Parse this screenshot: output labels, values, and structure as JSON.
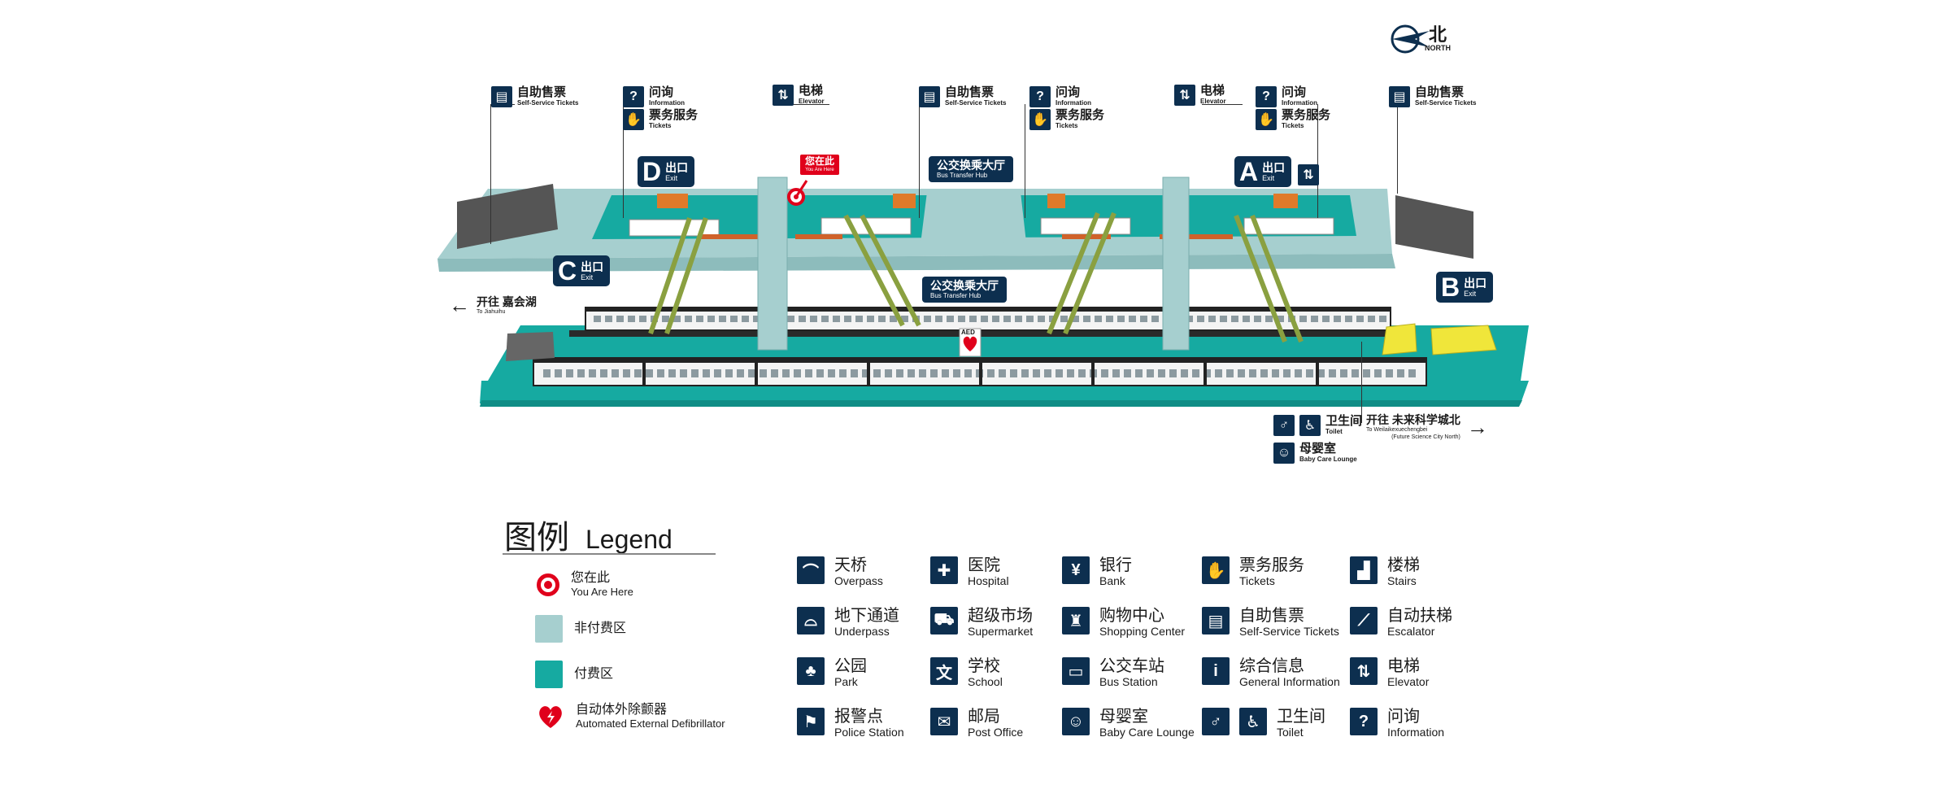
{
  "colors": {
    "navy": "#0d2f4f",
    "unpaid": "#a6cfcf",
    "paid": "#16aaa1",
    "here": "#e0001b",
    "train": "#ffffff",
    "train_trim": "#222222",
    "stair": "#e07a2a",
    "yellow": "#f0e63a",
    "grey": "#666666"
  },
  "compass": {
    "cn": "北",
    "en": "NORTH"
  },
  "signs": [
    {
      "id": "tvm1",
      "icon": "ticket-machine-icon",
      "cn": "自助售票",
      "en": "Self-Service Tickets"
    },
    {
      "id": "info1",
      "icon": "question-icon",
      "cn": "问询",
      "en": "Information"
    },
    {
      "id": "tix1",
      "icon": "ticket-service-icon",
      "cn": "票务服务",
      "en": "Tickets"
    },
    {
      "id": "elev1",
      "icon": "elevator-icon",
      "cn": "电梯",
      "en": "Elevator"
    },
    {
      "id": "tvm2",
      "icon": "ticket-machine-icon",
      "cn": "自助售票",
      "en": "Self-Service Tickets"
    },
    {
      "id": "info2",
      "icon": "question-icon",
      "cn": "问询",
      "en": "Information"
    },
    {
      "id": "tix2",
      "icon": "ticket-service-icon",
      "cn": "票务服务",
      "en": "Tickets"
    },
    {
      "id": "elev2",
      "icon": "elevator-icon",
      "cn": "电梯",
      "en": "Elevator"
    },
    {
      "id": "info3",
      "icon": "question-icon",
      "cn": "问询",
      "en": "Information"
    },
    {
      "id": "tix3",
      "icon": "ticket-service-icon",
      "cn": "票务服务",
      "en": "Tickets"
    },
    {
      "id": "tvm3",
      "icon": "ticket-machine-icon",
      "cn": "自助售票",
      "en": "Self-Service Tickets"
    }
  ],
  "exits": [
    {
      "letter": "D",
      "cn": "出口",
      "en": "Exit"
    },
    {
      "letter": "A",
      "cn": "出口",
      "en": "Exit"
    },
    {
      "letter": "C",
      "cn": "出口",
      "en": "Exit"
    },
    {
      "letter": "B",
      "cn": "出口",
      "en": "Exit"
    }
  ],
  "hubs": [
    {
      "cn": "公交换乘大厅",
      "en": "Bus Transfer Hub"
    },
    {
      "cn": "公交换乘大厅",
      "en": "Bus Transfer Hub"
    }
  ],
  "you_are_here": {
    "cn": "您在此",
    "en": "You Are Here"
  },
  "aed_label": "AED",
  "directions": {
    "west": {
      "cn": "开往 嘉会湖",
      "en": "To Jiahuihu",
      "arrow": "←"
    },
    "east": {
      "cn": "开往 未来科学城北",
      "en": "To Weilaikexuechengbei",
      "en2": "(Future Science City North)",
      "arrow": "→"
    }
  },
  "platform_facilities": {
    "toilet": {
      "cn": "卫生间",
      "en": "Toilet"
    },
    "baby": {
      "cn": "母婴室",
      "en": "Baby Care Lounge"
    }
  },
  "legend": {
    "title_cn": "图例",
    "title_en": "Legend",
    "items": [
      {
        "kind": "here",
        "cn": "您在此",
        "en": "You Are Here"
      },
      {
        "kind": "unpaid",
        "cn": "非付费区",
        "en": ""
      },
      {
        "kind": "paid",
        "cn": "付费区",
        "en": ""
      },
      {
        "kind": "aed",
        "cn": "自动体外除颤器",
        "en": "Automated External Defibrillator"
      }
    ]
  },
  "facilities": [
    {
      "icon": "overpass-icon",
      "cn": "天桥",
      "en": "Overpass"
    },
    {
      "icon": "hospital-icon",
      "cn": "医院",
      "en": "Hospital"
    },
    {
      "icon": "bank-icon",
      "cn": "银行",
      "en": "Bank"
    },
    {
      "icon": "ticket-service-icon",
      "cn": "票务服务",
      "en": "Tickets"
    },
    {
      "icon": "stairs-icon",
      "cn": "楼梯",
      "en": "Stairs"
    },
    {
      "icon": "underpass-icon",
      "cn": "地下通道",
      "en": "Underpass"
    },
    {
      "icon": "supermarket-icon",
      "cn": "超级市场",
      "en": "Supermarket"
    },
    {
      "icon": "shopping-center-icon",
      "cn": "购物中心",
      "en": "Shopping Center"
    },
    {
      "icon": "ticket-machine-icon",
      "cn": "自助售票",
      "en": "Self-Service Tickets"
    },
    {
      "icon": "escalator-icon",
      "cn": "自动扶梯",
      "en": "Escalator"
    },
    {
      "icon": "park-icon",
      "cn": "公园",
      "en": "Park"
    },
    {
      "icon": "school-icon",
      "cn": "学校",
      "en": "School"
    },
    {
      "icon": "bus-station-icon",
      "cn": "公交车站",
      "en": "Bus Station"
    },
    {
      "icon": "info-icon",
      "cn": "综合信息",
      "en": "General Information"
    },
    {
      "icon": "elevator-icon",
      "cn": "电梯",
      "en": "Elevator"
    },
    {
      "icon": "police-icon",
      "cn": "报警点",
      "en": "Police Station"
    },
    {
      "icon": "post-office-icon",
      "cn": "邮局",
      "en": "Post Office"
    },
    {
      "icon": "baby-care-icon",
      "cn": "母婴室",
      "en": "Baby Care Lounge"
    },
    {
      "icon": "toilet-icon",
      "cn": "卫生间",
      "en": "Toilet"
    },
    {
      "icon": "question-icon",
      "cn": "问询",
      "en": "Information"
    }
  ]
}
